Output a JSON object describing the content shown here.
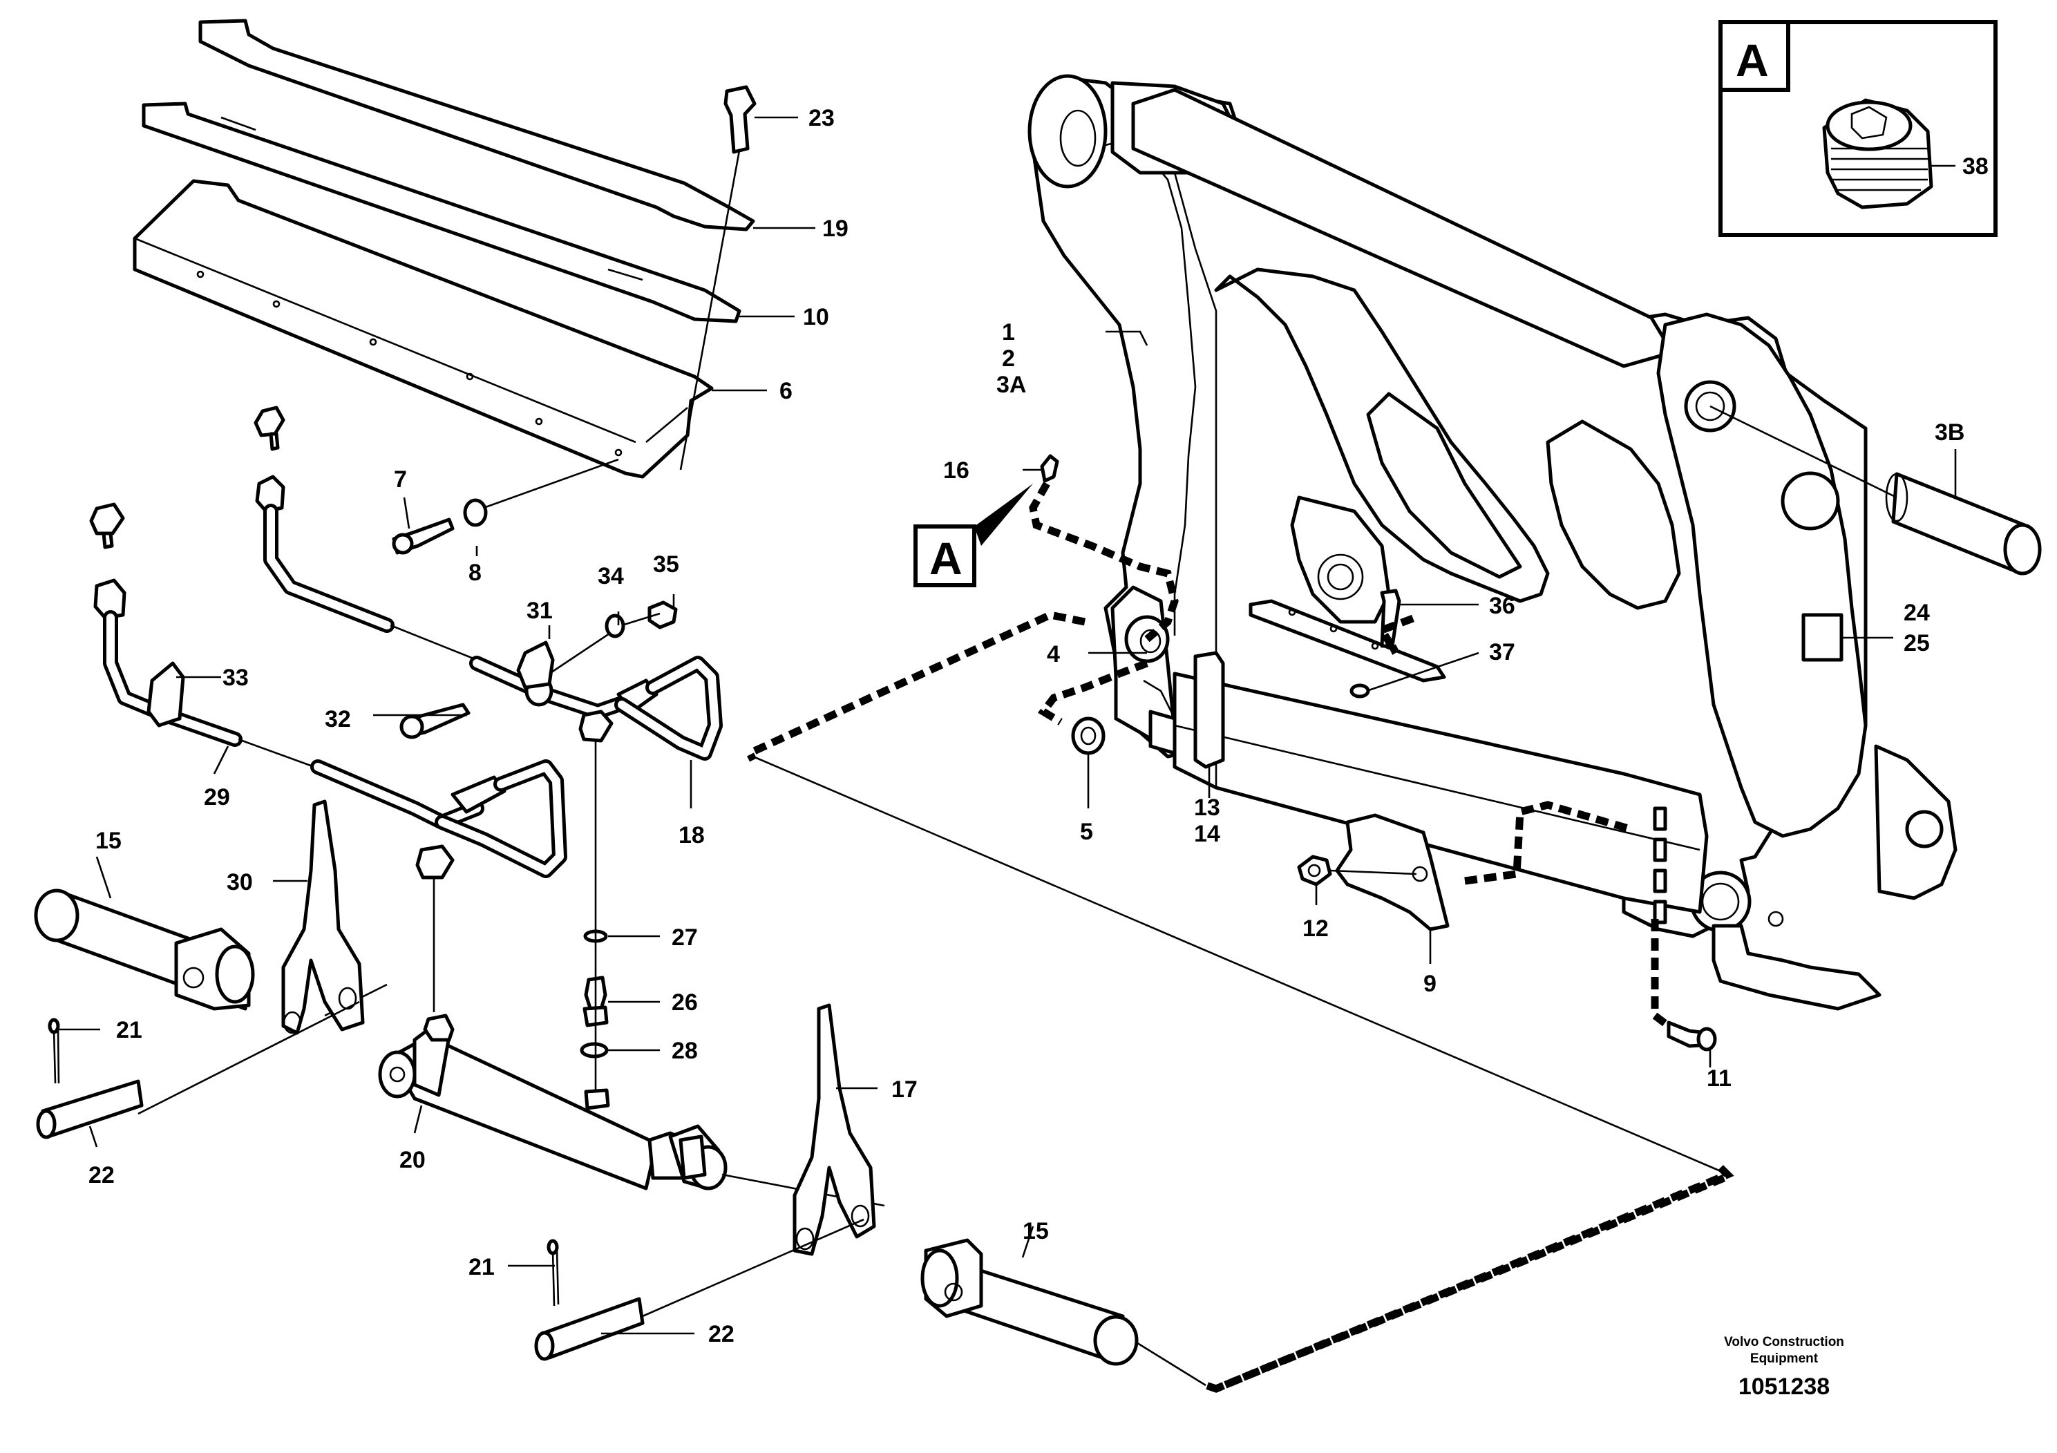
{
  "labels": {
    "p1": "1",
    "p2": "2",
    "p3A": "3A",
    "p3B": "3B",
    "p4": "4",
    "p5": "5",
    "p6": "6",
    "p7": "7",
    "p8": "8",
    "p9": "9",
    "p10": "10",
    "p11": "11",
    "p12": "12",
    "p13": "13",
    "p14": "14",
    "p15a": "15",
    "p15b": "15",
    "p16": "16",
    "p17": "17",
    "p18": "18",
    "p19": "19",
    "p20": "20",
    "p21a": "21",
    "p21b": "21",
    "p22a": "22",
    "p22b": "22",
    "p23": "23",
    "p24": "24",
    "p25": "25",
    "p26": "26",
    "p27": "27",
    "p28": "28",
    "p29": "29",
    "p30": "30",
    "p31": "31",
    "p32": "32",
    "p33": "33",
    "p34": "34",
    "p35": "35",
    "p36": "36",
    "p37": "37",
    "p38": "38"
  },
  "detail": {
    "marker_letter": "A",
    "inset_letter": "A"
  },
  "footer": {
    "company_line1": "Volvo Construction",
    "company_line2": "Equipment",
    "drawing_number": "1051238"
  }
}
